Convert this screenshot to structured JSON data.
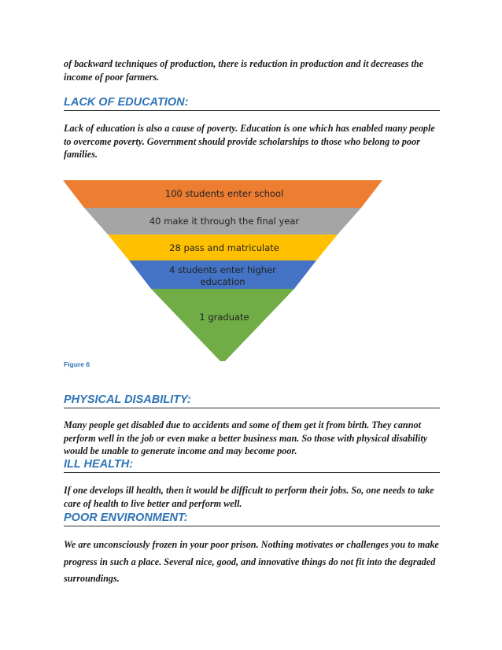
{
  "intro_paragraph": "of backward techniques of production, there is reduction in production and it decreases the income of poor farmers.",
  "sections": {
    "education": {
      "heading": "LACK OF EDUCATION:",
      "body": "Lack of education is also a cause of poverty. Education is one which has enabled many people to overcome poverty. Government should provide scholarships to those who belong to poor families."
    },
    "disability": {
      "heading": "PHYSICAL DISABILITY:",
      "body": "Many people get disabled due to accidents and some of them get it from birth. They cannot perform well in the job or even make a better business man. So those with physical disability would be unable to generate income and may become poor."
    },
    "health": {
      "heading": "ILL HEALTH:",
      "body": "If one develops ill health, then it would be difficult to perform their jobs. So, one needs to take care of health to live better and perform well."
    },
    "environment": {
      "heading": "POOR ENVIRONMENT:",
      "body": "We are unconsciously frozen in your poor prison. Nothing motivates or challenges you to make progress in such a place. Several nice, good, and innovative things do not fit into the degraded surroundings."
    }
  },
  "pyramid": {
    "levels": [
      {
        "label": "100 students enter school",
        "color": "#ed7d31"
      },
      {
        "label": "40 make it through the final year",
        "color": "#a5a5a5"
      },
      {
        "label": "28 pass and matriculate",
        "color": "#ffc000"
      },
      {
        "label": "4 students enter higher education",
        "color": "#4472c4"
      },
      {
        "label": "1 graduate",
        "color": "#70ad47"
      }
    ]
  },
  "figure_caption": "Figure 6",
  "colors": {
    "heading": "#2e74b5",
    "text": "#1a1a1a"
  }
}
